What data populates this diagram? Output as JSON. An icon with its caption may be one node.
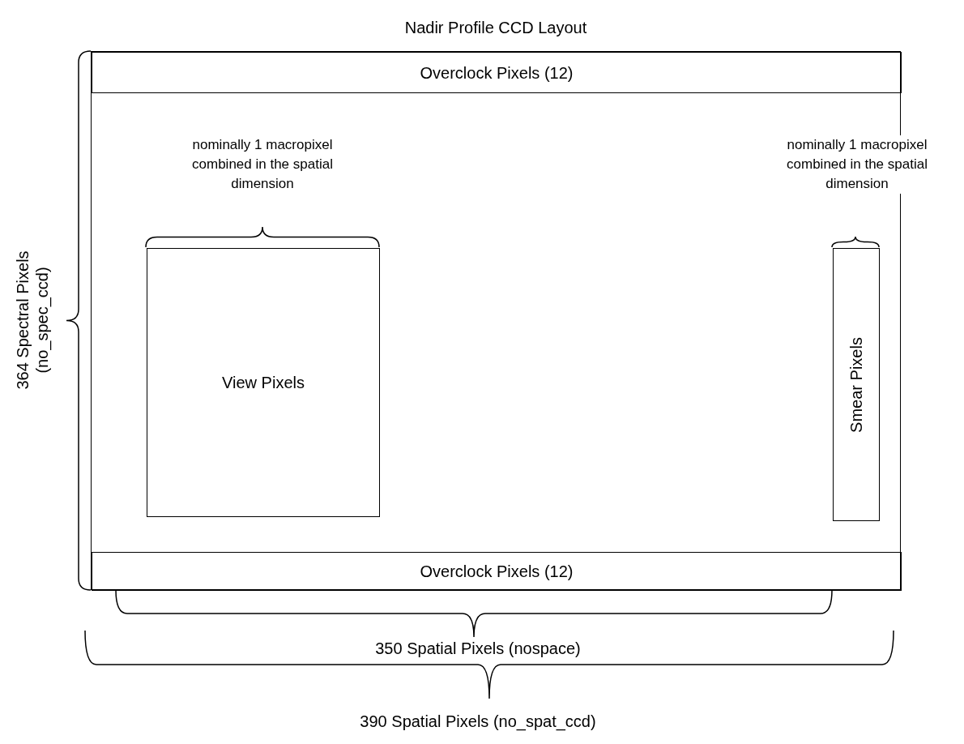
{
  "diagram": {
    "title": "Nadir Profile CCD Layout",
    "nodes": [
      {
        "text": [],
        "shape": "box"
      },
      {
        "text": [
          "Overclock Pixels (12)"
        ],
        "in": 0
      },
      {
        "text": [
          "View Pixels"
        ],
        "in": 0
      },
      {
        "text": [
          "Smear Pixels"
        ],
        "in": 0
      },
      {
        "text": [
          "Overclock Pixels (12)"
        ],
        "in": 0
      }
    ],
    "edges": [],
    "labels": [
      "nominally 1 macropixel combined in the spatial dimension",
      "nominally 1 macropixel combined in the spatial dimension",
      "364 Spectral Pixels (no_spec_ccd)",
      "350 Spatial Pixels (nospace)",
      "390 Spatial Pixels (no_spat_ccd)"
    ]
  }
}
